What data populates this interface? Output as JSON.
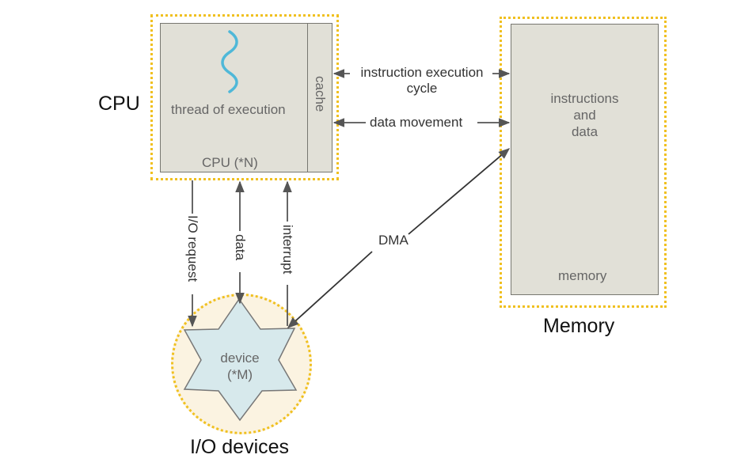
{
  "labels": {
    "cpu_title": "CPU",
    "memory_title": "Memory",
    "io_title": "I/O devices",
    "thread": "thread of execution",
    "cpu_n": "CPU (*N)",
    "cache": "cache",
    "instr_cycle_line1": "instruction execution",
    "instr_cycle_line2": "cycle",
    "data_movement": "data movement",
    "mem_content_line1": "instructions",
    "mem_content_line2": "and",
    "mem_content_line3": "data",
    "memory_inner": "memory",
    "dma": "DMA",
    "io_request": "I/O request",
    "data": "data",
    "interrupt": "interrupt",
    "device_line1": "device",
    "device_line2": "(*M)"
  },
  "colors": {
    "box_fill": "#e1e0d7",
    "highlight_border": "#f0c020",
    "device_fill": "#d7e9ec",
    "thread_wave": "#4fb8d8",
    "arrow": "#555555"
  }
}
